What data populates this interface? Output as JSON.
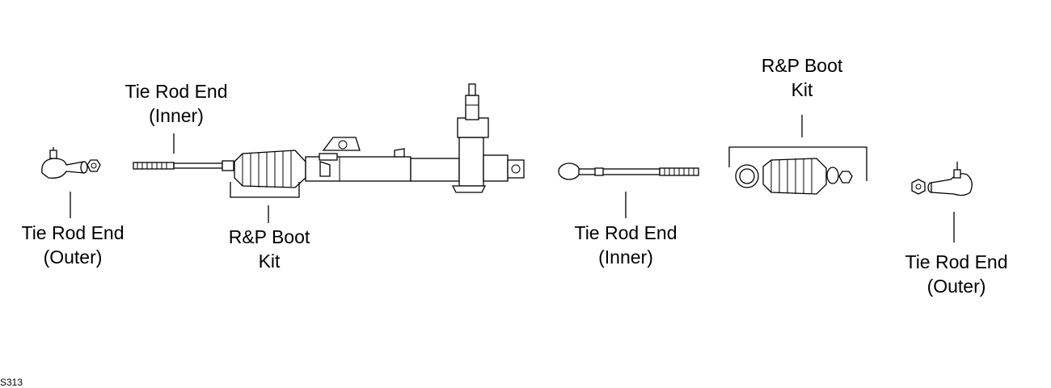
{
  "labels": {
    "outer_left": {
      "line1": "Tie Rod End",
      "line2": "(Outer)"
    },
    "inner_left": {
      "line1": "Tie Rod End",
      "line2": "(Inner)"
    },
    "boot_left": {
      "line1": "R&P Boot",
      "line2": "Kit"
    },
    "inner_right": {
      "line1": "Tie Rod End",
      "line2": "(Inner)"
    },
    "boot_right": {
      "line1": "R&P Boot",
      "line2": "Kit"
    },
    "outer_right": {
      "line1": "Tie Rod End",
      "line2": "(Outer)"
    }
  },
  "diagram_code": "S313"
}
